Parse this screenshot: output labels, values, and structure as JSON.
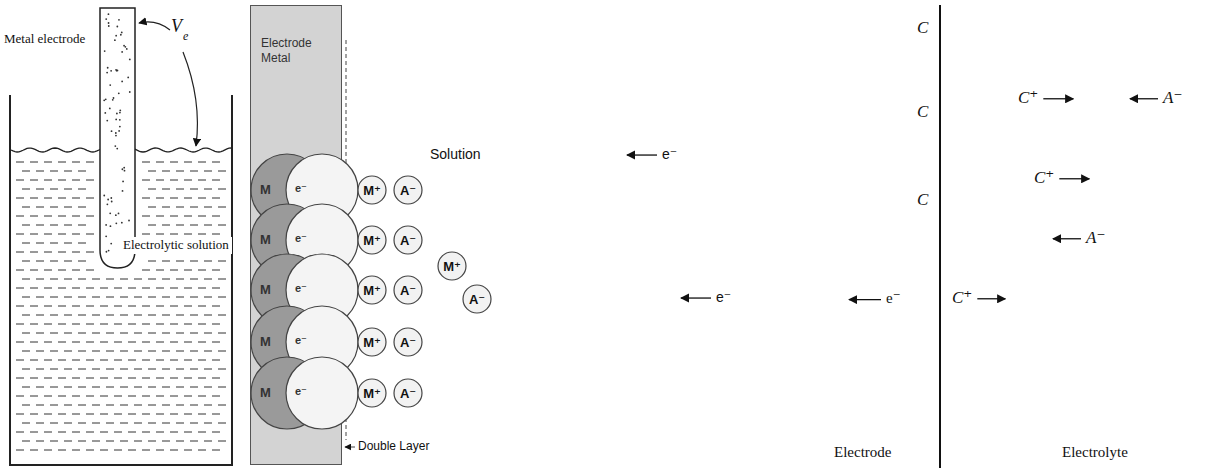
{
  "diagram": {
    "nodes": [
      {
        "text": [
          "Electrode Metal"
        ]
      },
      {
        "text": [
          "M"
        ],
        "in": 0
      },
      {
        "text": [
          "e⁻"
        ],
        "in": 0
      },
      {
        "text": [
          "M⁺"
        ]
      },
      {
        "text": [
          "A⁻"
        ]
      },
      {
        "text": [
          "M"
        ],
        "in": 0
      },
      {
        "text": [
          "e⁻"
        ],
        "in": 0
      },
      {
        "text": [
          "M⁺"
        ]
      },
      {
        "text": [
          "A⁻"
        ]
      },
      {
        "text": [
          "M"
        ],
        "in": 0
      },
      {
        "text": [
          "e⁻"
        ],
        "in": 0
      },
      {
        "text": [
          "M⁺"
        ]
      },
      {
        "text": [
          "A⁻"
        ]
      },
      {
        "text": [
          "M"
        ],
        "in": 0
      },
      {
        "text": [
          "e⁻"
        ],
        "in": 0
      },
      {
        "text": [
          "M⁺"
        ]
      },
      {
        "text": [
          "A⁻"
        ]
      },
      {
        "text": [
          "M"
        ],
        "in": 0
      },
      {
        "text": [
          "e⁻"
        ],
        "in": 0
      },
      {
        "text": [
          "M⁺"
        ]
      },
      {
        "text": [
          "A⁻"
        ]
      },
      {
        "text": [
          "M⁺"
        ]
      },
      {
        "text": [
          "A⁻"
        ]
      }
    ],
    "labels": [
      "Metal electrode",
      "V",
      "e",
      "Electrolytic solution",
      "Double Layer",
      "Solution",
      "e⁻",
      "e⁻",
      "C",
      "C",
      "C",
      "C⁺",
      "A⁻",
      "C⁺",
      "A⁻",
      "e⁻",
      "C⁺",
      "Electrode",
      "Electrolyte"
    ]
  }
}
